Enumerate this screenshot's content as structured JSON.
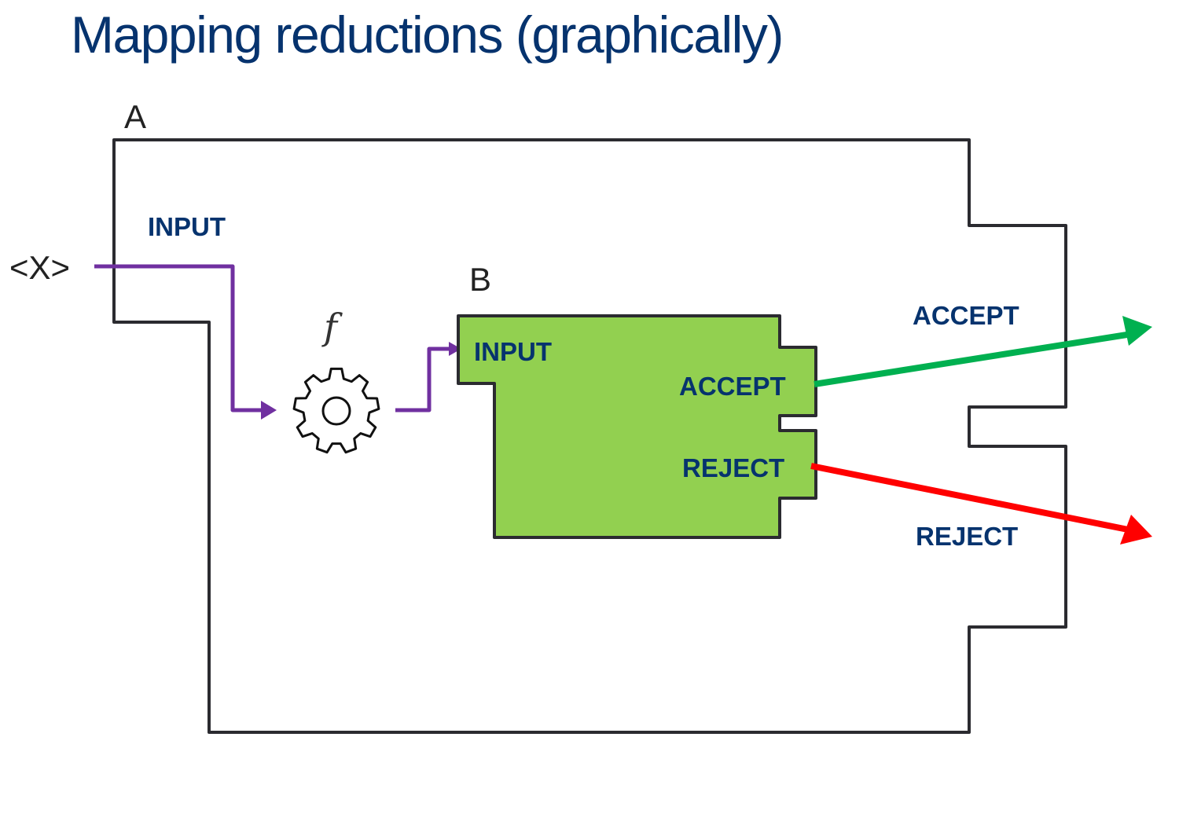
{
  "title": "Mapping reductions (graphically)",
  "diagram": {
    "outer_machine": {
      "label": "A",
      "input_label": "INPUT",
      "accept_label": "ACCEPT",
      "reject_label": "REJECT"
    },
    "input_value": "<X>",
    "function_label": "f",
    "function_icon": "gear-icon",
    "inner_machine": {
      "label": "B",
      "input_label": "INPUT",
      "accept_label": "ACCEPT",
      "reject_label": "REJECT"
    },
    "colors": {
      "title": "#06336e",
      "labels": "#06336e",
      "machine_border": "#2b2b30",
      "inner_fill": "#92d050",
      "input_flow": "#7030a0",
      "accept_arrow": "#00b050",
      "reject_arrow": "#ff0000"
    }
  }
}
